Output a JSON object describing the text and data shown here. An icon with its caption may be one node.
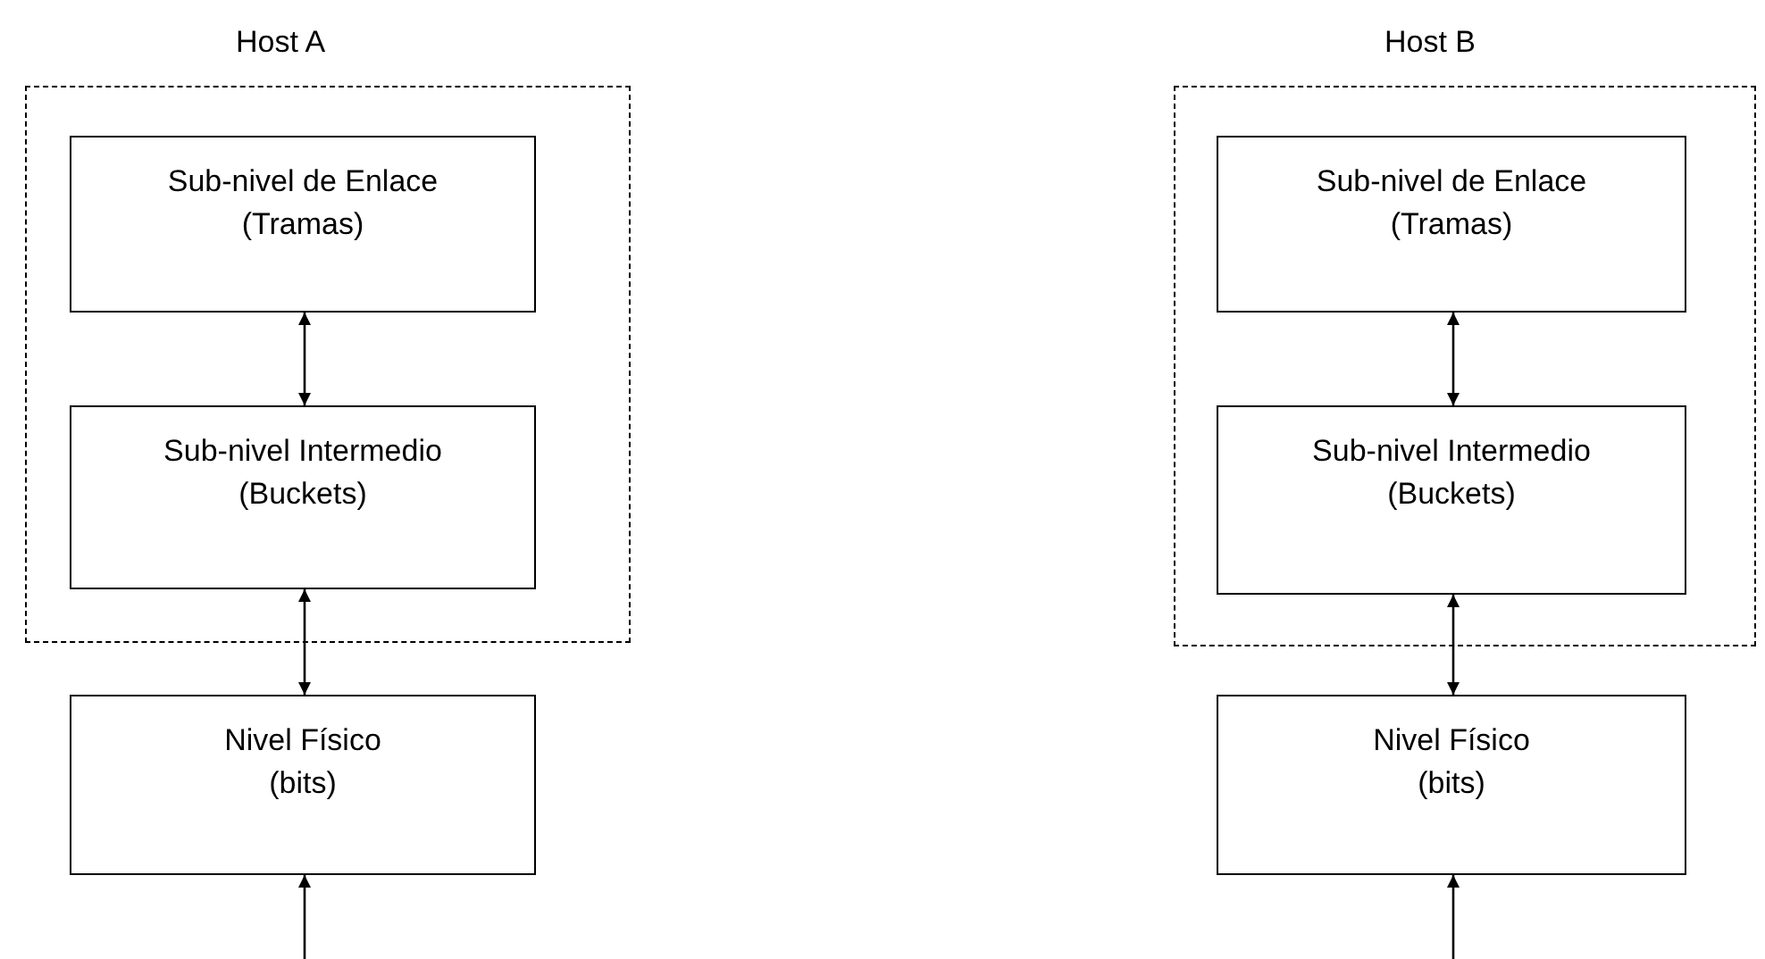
{
  "diagram": {
    "nodes": [
      {
        "text": [
          "Host A"
        ]
      },
      {
        "text": [
          "Sub-nivel de Enlace",
          "(Tramas)"
        ],
        "in": 0
      },
      {
        "text": [
          "Sub-nivel Intermedio",
          "(Buckets)"
        ],
        "in": 0
      },
      {
        "text": [
          "Nivel Físico",
          "(bits)"
        ]
      },
      {
        "text": [
          "Host B"
        ]
      },
      {
        "text": [
          "Sub-nivel de Enlace",
          "(Tramas)"
        ],
        "in": 4
      },
      {
        "text": [
          "Sub-nivel Intermedio",
          "(Buckets)"
        ],
        "in": 4
      },
      {
        "text": [
          "Nivel Físico",
          "(bits)"
        ]
      }
    ],
    "edges": [
      {
        "from": 1,
        "to": 2,
        "arrow": "both"
      },
      {
        "from": 2,
        "to": 3,
        "arrow": "both"
      },
      {
        "from": null,
        "to": 3,
        "arrow": "to"
      },
      {
        "from": 5,
        "to": 6,
        "arrow": "both"
      },
      {
        "from": 6,
        "to": 7,
        "arrow": "both"
      },
      {
        "from": null,
        "to": 7,
        "arrow": "to"
      }
    ]
  }
}
